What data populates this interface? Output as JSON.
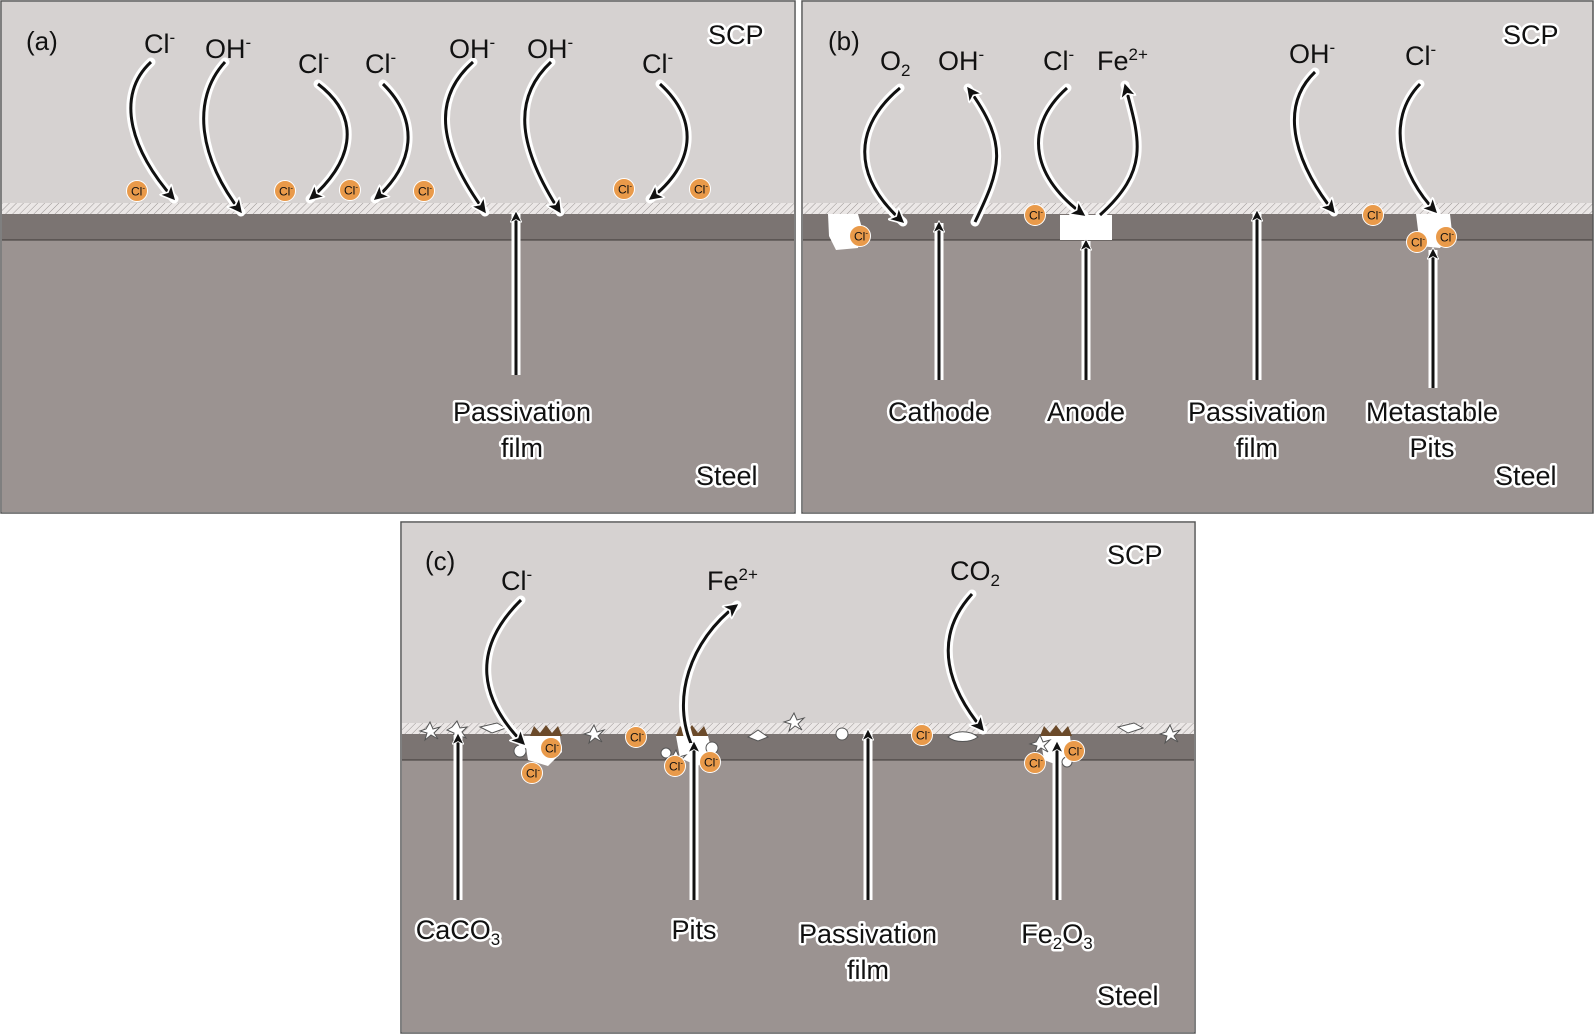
{
  "panels": {
    "a": {
      "tag": "(a)",
      "scp": "SCP",
      "steel": "Steel",
      "ions": [
        {
          "base": "Cl",
          "sup": "-"
        },
        {
          "base": "OH",
          "sup": "-"
        },
        {
          "base": "Cl",
          "sup": "-"
        },
        {
          "base": "Cl",
          "sup": "-"
        },
        {
          "base": "OH",
          "sup": "-"
        },
        {
          "base": "OH",
          "sup": "-"
        },
        {
          "base": "Cl",
          "sup": "-"
        }
      ],
      "labels": [
        {
          "line1": "Passivation",
          "line2": "film"
        }
      ]
    },
    "b": {
      "tag": "(b)",
      "scp": "SCP",
      "steel": "Steel",
      "ions": [
        {
          "base": "O",
          "sub": "2"
        },
        {
          "base": "OH",
          "sup": "-"
        },
        {
          "base": "Cl",
          "sup": "-"
        },
        {
          "base": "Fe",
          "sup": "2+"
        },
        {
          "base": "OH",
          "sup": "-"
        },
        {
          "base": "Cl",
          "sup": "-"
        }
      ],
      "labels": [
        {
          "line1": "Cathode"
        },
        {
          "line1": "Anode"
        },
        {
          "line1": "Passivation",
          "line2": "film"
        },
        {
          "line1": "Metastable",
          "line2": "Pits"
        }
      ]
    },
    "c": {
      "tag": "(c)",
      "scp": "SCP",
      "steel": "Steel",
      "ions": [
        {
          "base": "Cl",
          "sup": "-"
        },
        {
          "base": "Fe",
          "sup": "2+"
        },
        {
          "base": "CO",
          "sub": "2"
        }
      ],
      "labels": [
        {
          "base": "CaCO",
          "sub": "3"
        },
        {
          "line1": "Pits"
        },
        {
          "line1": "Passivation",
          "line2": "film"
        },
        {
          "base1": "Fe",
          "sub1": "2",
          "base2": "O",
          "sub2": "3"
        }
      ]
    }
  },
  "chloride_marker": {
    "base": "Cl",
    "sup": "-"
  },
  "colors": {
    "scp": "#d6d2d1",
    "steel": "#9b9391",
    "oxide_layer": "#7b7472",
    "film": "#e6e2e1",
    "chloride": "#e99a4a",
    "rust": "#6b4a2a"
  }
}
